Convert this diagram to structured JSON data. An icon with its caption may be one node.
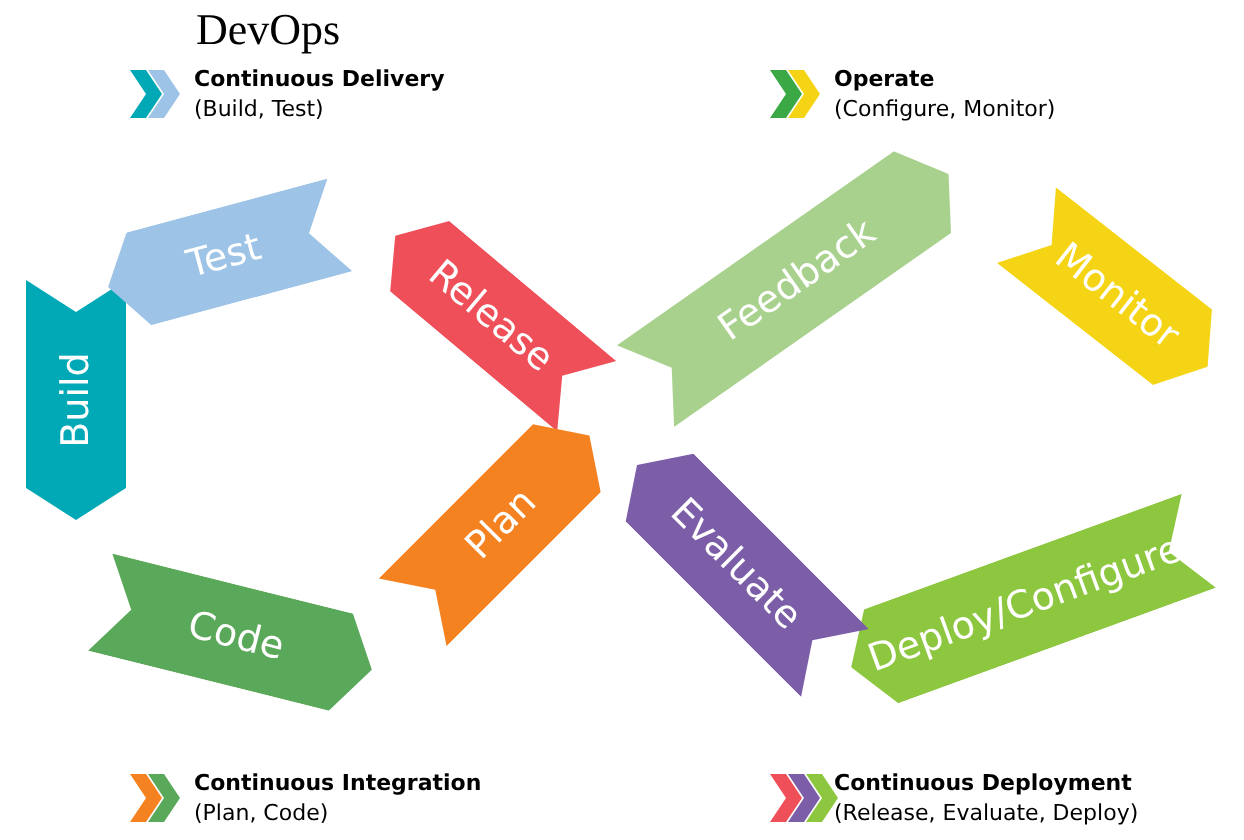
{
  "diagram": {
    "title": "DevOps",
    "nodes": [
      {
        "text": [
          "Build"
        ]
      },
      {
        "text": [
          "Test"
        ]
      },
      {
        "text": [
          "Release"
        ]
      },
      {
        "text": [
          "Feedback"
        ]
      },
      {
        "text": [
          "Monitor"
        ]
      },
      {
        "text": [
          "Deploy/Configure"
        ]
      },
      {
        "text": [
          "Evaluate"
        ]
      },
      {
        "text": [
          "Plan"
        ]
      },
      {
        "text": [
          "Code"
        ]
      }
    ],
    "labels": [
      "(Build, Test)",
      "(Configure, Monitor)",
      "(Plan, Code)",
      "(Release, Evaluate, Deploy)"
    ],
    "legend": [
      {
        "text": "Continuous Delivery"
      },
      {
        "text": "Operate"
      },
      {
        "text": "Continuous Integration"
      },
      {
        "text": "Continuous Deployment"
      }
    ]
  }
}
